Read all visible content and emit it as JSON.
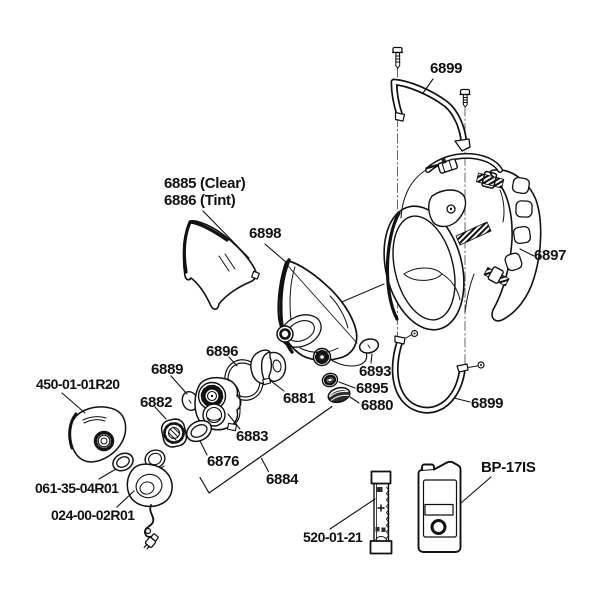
{
  "figure": {
    "type": "exploded-parts-diagram",
    "subject": "Full facepiece respirator replacement parts",
    "background_color": "#ffffff",
    "ink_color": "#111111"
  },
  "labels": {
    "band_top": "6899",
    "lens_clear": "6885 (Clear)",
    "lens_tint": "6886 (Tint)",
    "lens_frame": "6898",
    "head_harness": "6897",
    "sealing_ring": "6896",
    "gasket_disc": "6889",
    "diaphragm": "6882",
    "center_adapter": "6881",
    "valve_disc": "6893",
    "washer": "6895",
    "port_cap": "6880",
    "nose_cup": "6883",
    "gasket_ring": "6876",
    "facepiece_assembly": "6884",
    "band_bottom": "6899",
    "filter_cover": "450-01-01R20",
    "o_ring": "061-35-04R01",
    "speaker": "024-00-02R01",
    "battery_holder": "520-01-21",
    "battery_pack": "BP-17IS"
  }
}
